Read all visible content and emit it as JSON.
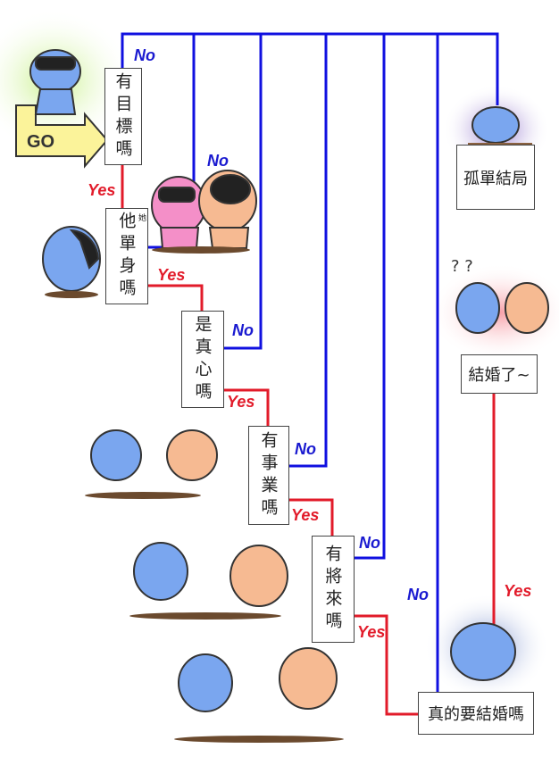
{
  "title": "Flowchart to marriage",
  "colors": {
    "no_line": "#1010e0",
    "yes_line": "#e21b2a"
  },
  "start": {
    "label": "GO"
  },
  "questions": [
    {
      "text": "有目標嗎",
      "yes": "Yes",
      "no": "No"
    },
    {
      "text": "他單身嗎",
      "annotation": "她",
      "yes": "Yes",
      "no": "No"
    },
    {
      "text": "是真心嗎",
      "yes": "Yes",
      "no": "No"
    },
    {
      "text": "有事業嗎",
      "yes": "Yes",
      "no": "No"
    },
    {
      "text": "有將來嗎",
      "yes": "Yes",
      "no": "No"
    },
    {
      "text": "真的要結婚嗎",
      "yes": "Yes",
      "no": "No"
    }
  ],
  "outcomes": {
    "lonely": "孤單結局",
    "married": "結婚了~"
  },
  "decor": {
    "question_marks": "? ?"
  }
}
